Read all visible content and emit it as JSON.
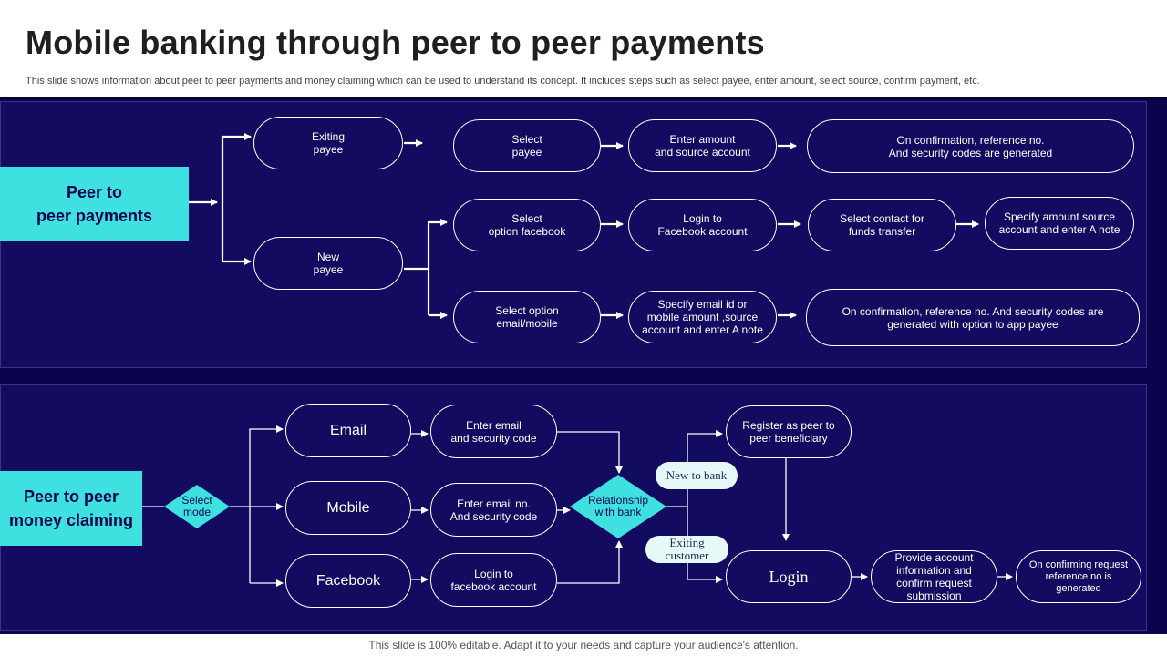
{
  "page": {
    "title": "Mobile banking through peer to peer payments",
    "subtitle": "This slide shows information about peer to peer payments and money claiming which can be used to understand its concept. It includes steps such as select payee, enter amount, select source, confirm payment, etc.",
    "footer": "This slide is 100% editable. Adapt it to your needs and capture your audience's attention."
  },
  "colors": {
    "band": "#0b044d",
    "panel": "#120b60",
    "accent": "#3ee0e0",
    "pill": "#e6f8f8"
  },
  "payments": {
    "category": "Peer to\npeer payments",
    "existing_payee": "Exiting\npayee",
    "new_payee": "New\npayee",
    "select_payee": "Select\npayee",
    "enter_amount": "Enter amount\nand source account",
    "confirm_existing": "On confirmation, reference no.\nAnd security codes are generated",
    "select_facebook": "Select\noption facebook",
    "login_facebook": "Login to\nFacebook account",
    "select_contact": "Select contact for\nfunds transfer",
    "specify_amount": "Specify amount source\naccount and enter A note",
    "select_email_mobile": "Select option\nemail/mobile",
    "specify_email": "Specify email id or\nmobile amount ,source\naccount and enter A note",
    "confirm_new": "On confirmation, reference no. And security codes are\ngenerated with option to app payee"
  },
  "claiming": {
    "category": "Peer to peer\nmoney claiming",
    "select_mode": "Select\nmode",
    "email": "Email",
    "mobile": "Mobile",
    "facebook": "Facebook",
    "enter_email": "Enter email\nand security code",
    "enter_email_no": "Enter email no.\nAnd security code",
    "login_facebook": "Login to\nfacebook account",
    "relationship": "Relationship\nwith bank",
    "new_to_bank": "New to bank",
    "existing_customer": "Exiting\ncustomer",
    "register": "Register as  peer to\npeer  beneficiary",
    "login": "Login",
    "provide_info": "Provide account\ninformation and\nconfirm request\nsubmission",
    "confirming": "On confirming request\nreference no is\ngenerated"
  }
}
